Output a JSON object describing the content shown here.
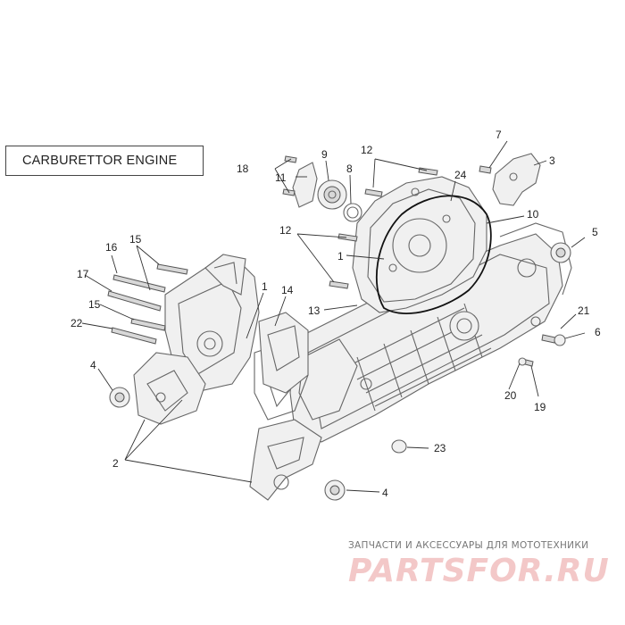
{
  "title": "CARBURETTOR ENGINE",
  "watermark": {
    "subtitle": "ЗАПЧАСТИ И АКСЕССУАРЫ ДЛЯ МОТОТЕХНИКИ",
    "logo": "PARTSFOR.RU"
  },
  "callouts": [
    "1",
    "1",
    "2",
    "3",
    "4",
    "4",
    "5",
    "6",
    "7",
    "8",
    "9",
    "10",
    "11",
    "12",
    "12",
    "13",
    "14",
    "15",
    "15",
    "16",
    "17",
    "18",
    "19",
    "20",
    "21",
    "22",
    "23",
    "24"
  ]
}
